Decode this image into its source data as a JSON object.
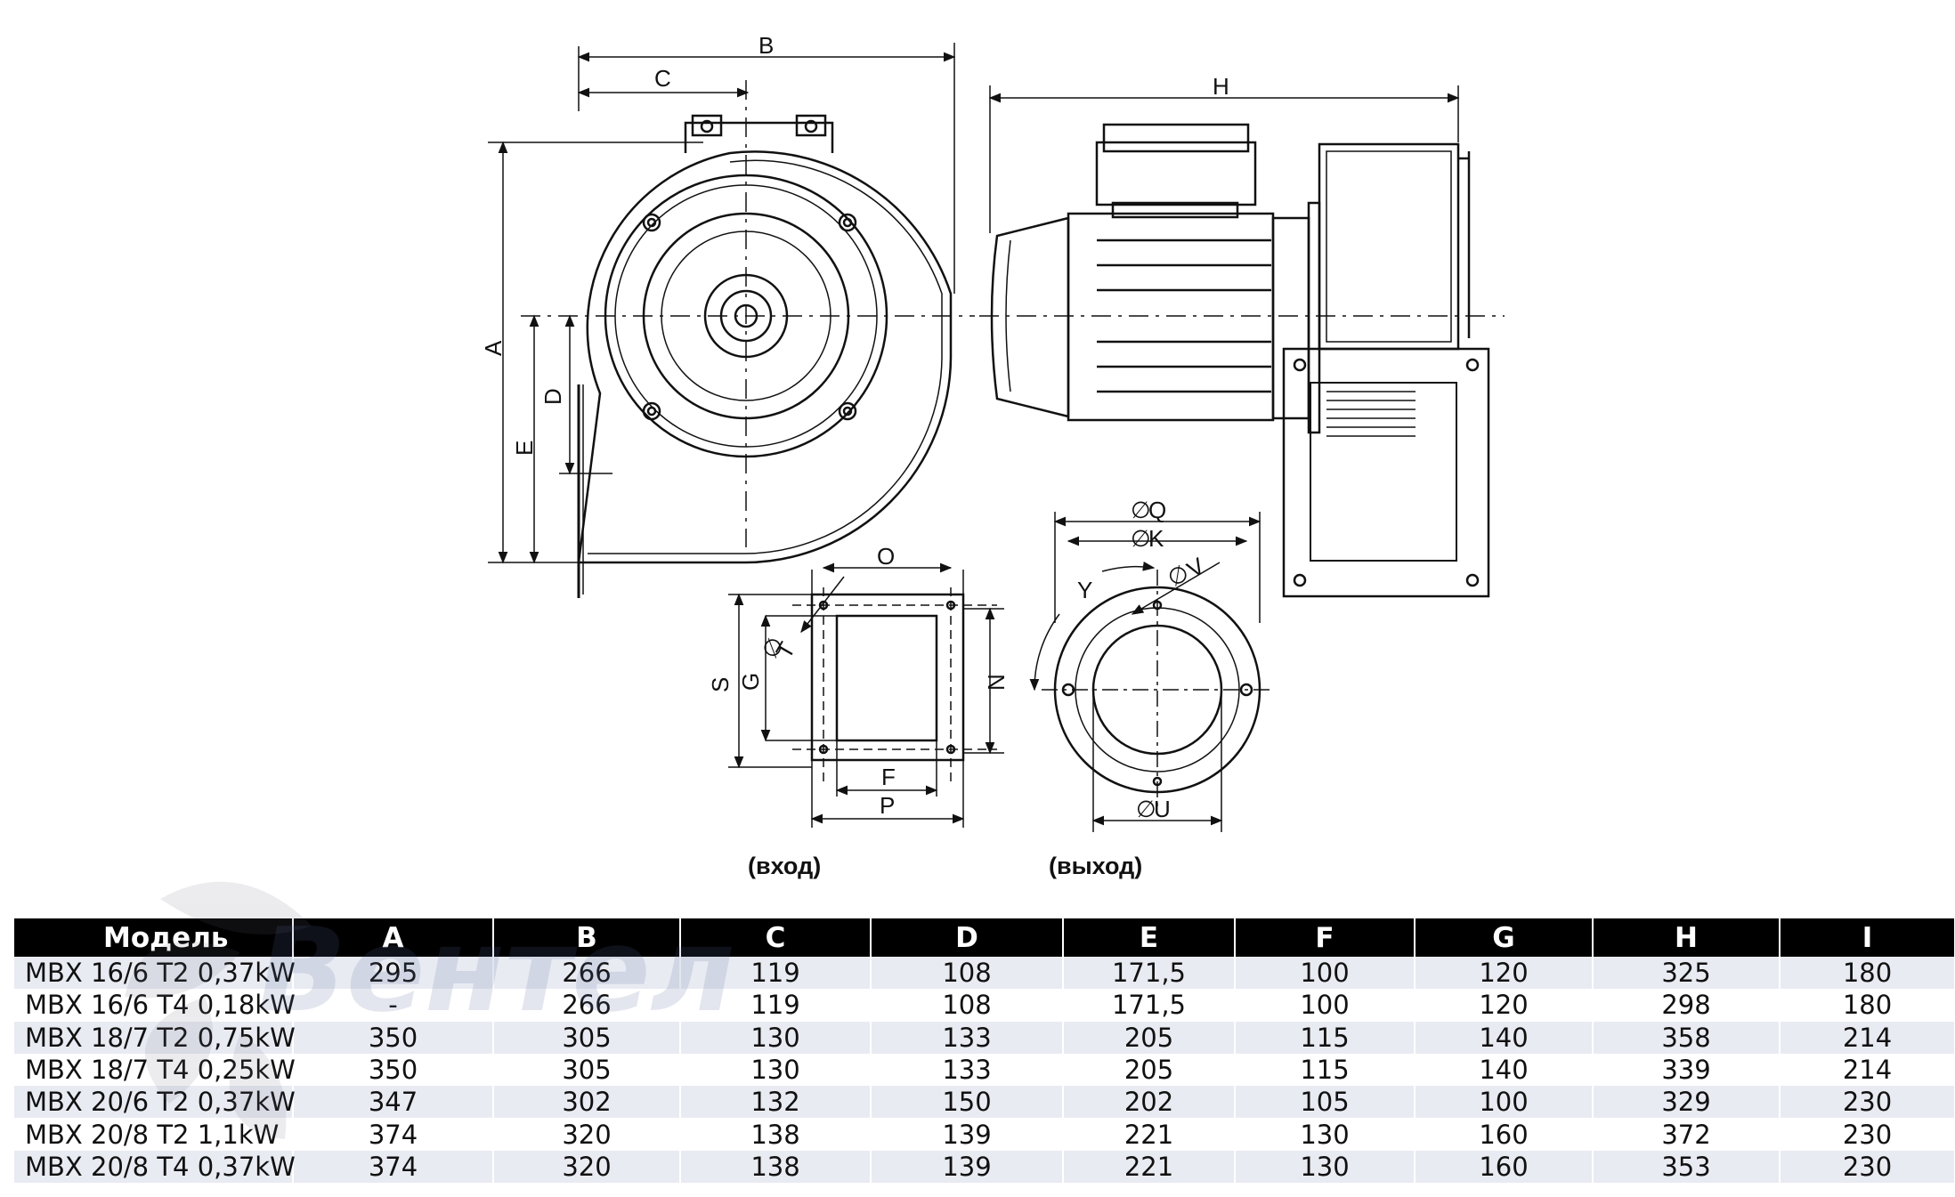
{
  "dimension_labels": {
    "A": "A",
    "B": "B",
    "C": "C",
    "D": "D",
    "E": "E",
    "H": "H",
    "O": "O",
    "T": "T",
    "S": "S",
    "G": "G",
    "N": "N",
    "F": "F",
    "P": "P",
    "Q": "Q",
    "K": "K",
    "V": "V",
    "Y": "Y",
    "U": "U"
  },
  "captions": {
    "inlet": "(вход)",
    "outlet": "(выход)"
  },
  "watermark": "Вентел",
  "table": {
    "headers": [
      "Модель",
      "A",
      "B",
      "C",
      "D",
      "E",
      "F",
      "G",
      "H",
      "I"
    ],
    "rows": [
      [
        "MBX 16/6 T2 0,37kW",
        "295",
        "266",
        "119",
        "108",
        "171,5",
        "100",
        "120",
        "325",
        "180"
      ],
      [
        "MBX 16/6 T4 0,18kW",
        "-",
        "266",
        "119",
        "108",
        "171,5",
        "100",
        "120",
        "298",
        "180"
      ],
      [
        "MBX 18/7 T2 0,75kW",
        "350",
        "305",
        "130",
        "133",
        "205",
        "115",
        "140",
        "358",
        "214"
      ],
      [
        "MBX 18/7 T4 0,25kW",
        "350",
        "305",
        "130",
        "133",
        "205",
        "115",
        "140",
        "339",
        "214"
      ],
      [
        "MBX 20/6 T2 0,37kW",
        "347",
        "302",
        "132",
        "150",
        "202",
        "105",
        "100",
        "329",
        "230"
      ],
      [
        "MBX 20/8 T2 1,1kW",
        "374",
        "320",
        "138",
        "139",
        "221",
        "130",
        "160",
        "372",
        "230"
      ],
      [
        "MBX 20/8 T4 0,37kW",
        "374",
        "320",
        "138",
        "139",
        "221",
        "130",
        "160",
        "353",
        "230"
      ]
    ]
  }
}
